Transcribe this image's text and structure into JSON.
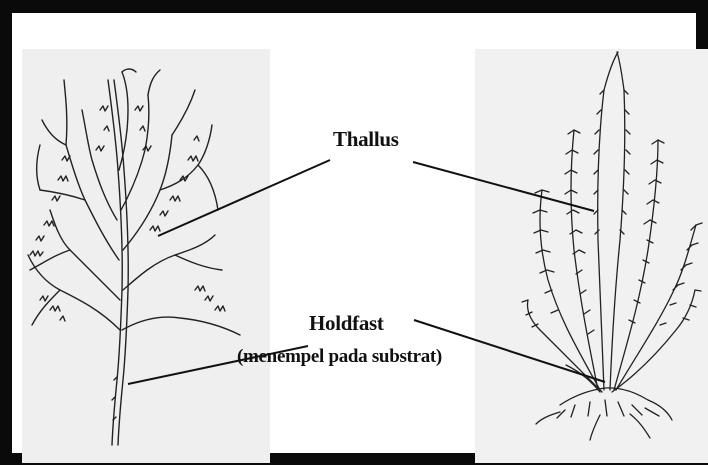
{
  "labels": {
    "thallus": "Thallus",
    "holdfast": "Holdfast",
    "holdfast_note": "(menempel pada substrat)"
  },
  "colors": {
    "frame": "#0a0a0a",
    "background": "#ffffff",
    "panel": "#efefef",
    "ink": "#111111"
  }
}
